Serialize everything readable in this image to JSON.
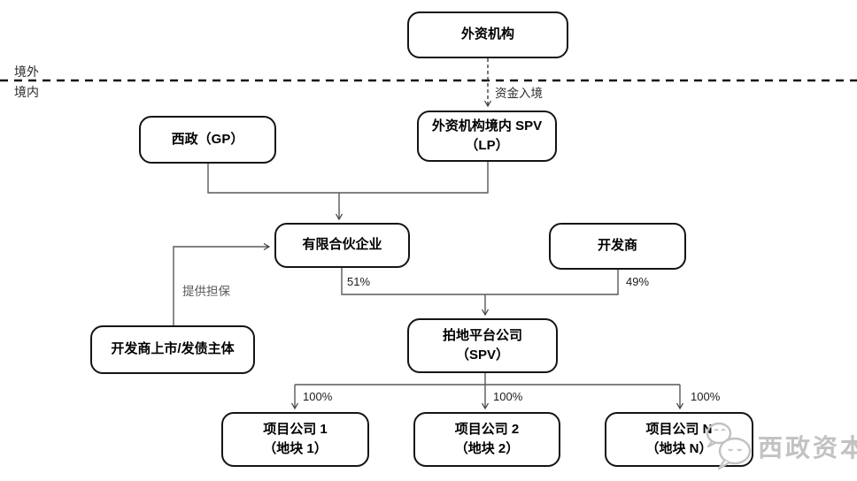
{
  "diagram": {
    "boundary": {
      "offshore_label": "境外",
      "onshore_label": "境内"
    },
    "nodes": {
      "foreign_institution": {
        "label": "外资机构"
      },
      "xizheng_gp": {
        "label": "西政（GP）"
      },
      "foreign_spv_lp": {
        "line1": "外资机构境内 SPV",
        "line2": "（LP）"
      },
      "limited_partnership": {
        "label": "有限合伙企业"
      },
      "developer": {
        "label": "开发商"
      },
      "land_platform_spv": {
        "line1": "拍地平台公司",
        "line2": "（SPV）"
      },
      "developer_listed_entity": {
        "label": "开发商上市/发债主体"
      },
      "project_company_1": {
        "line1": "项目公司 1",
        "line2": "（地块 1）"
      },
      "project_company_2": {
        "line1": "项目公司 2",
        "line2": "（地块 2）"
      },
      "project_company_n": {
        "line1": "项目公司 N",
        "line2": "（地块 N）"
      }
    },
    "edge_labels": {
      "capital_entry": "资金入境",
      "guarantee": "提供担保",
      "partnership_share": "51%",
      "developer_share": "49%",
      "project1_share": "100%",
      "project2_share": "100%",
      "projectn_share": "100%"
    },
    "watermark": {
      "brand": "西政资本"
    },
    "colors": {
      "box_border": "#141414",
      "connector": "#595959",
      "boundary_line": "#141414",
      "watermark": "#c2c2c2"
    }
  }
}
